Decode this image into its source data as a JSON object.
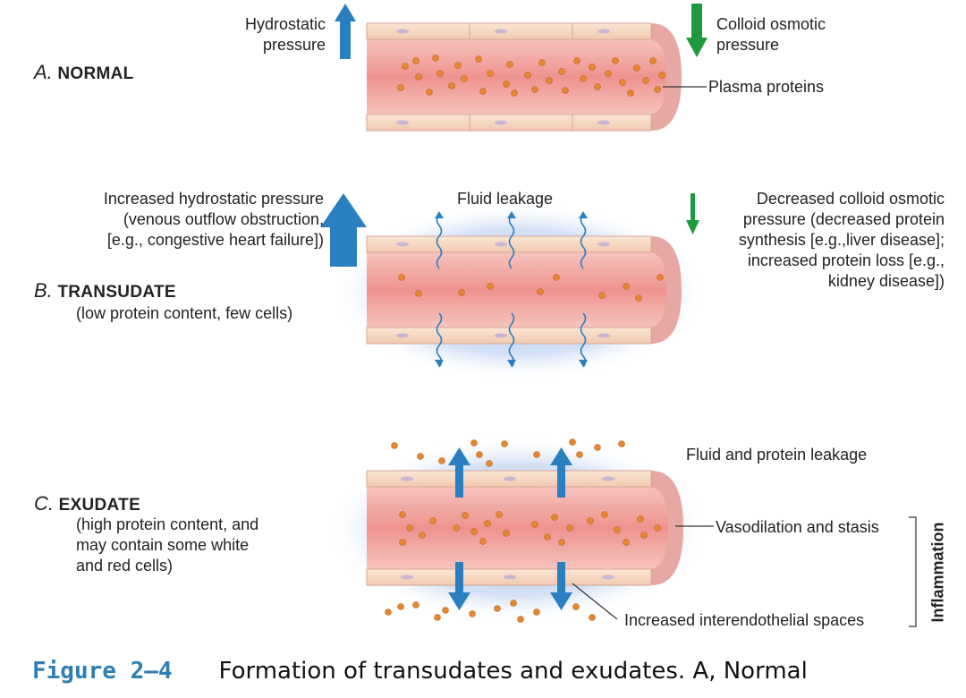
{
  "panels": {
    "a": {
      "letter": "A.",
      "name": "NORMAL",
      "hydrostatic": [
        "Hydrostatic",
        "pressure"
      ],
      "colloid": [
        "Colloid osmotic",
        "pressure"
      ],
      "plasma": "Plasma proteins"
    },
    "b": {
      "letter": "B.",
      "name": "TRANSUDATE",
      "sub": "(low protein content, few cells)",
      "increased": [
        "Increased hydrostatic pressure",
        "(venous outflow obstruction,",
        "[e.g., congestive heart failure])"
      ],
      "leakage": "Fluid leakage",
      "decreased": [
        "Decreased colloid osmotic",
        "pressure (decreased protein",
        "synthesis [e.g.,liver disease];",
        "increased protein loss [e.g.,",
        "kidney disease])"
      ]
    },
    "c": {
      "letter": "C.",
      "name": "EXUDATE",
      "sub": [
        "(high protein content, and",
        "may contain some white",
        "and red cells)"
      ],
      "leakage": "Fluid and protein leakage",
      "vaso": "Vasodilation and stasis",
      "spaces": "Increased interendothelial spaces",
      "inflammation": "Inflammation"
    }
  },
  "caption": {
    "figure": "Figure 2–4",
    "text": "Formation of transudates and exudates. A, Normal"
  },
  "colors": {
    "blue_arrow": "#2a7fc1",
    "green_arrow": "#1e9a3e",
    "protein": "#e6872f",
    "vessel_inner": "#f3a9a5",
    "vessel_wall": "#f8ddd5",
    "leak_halo": "#a9c4ec"
  }
}
